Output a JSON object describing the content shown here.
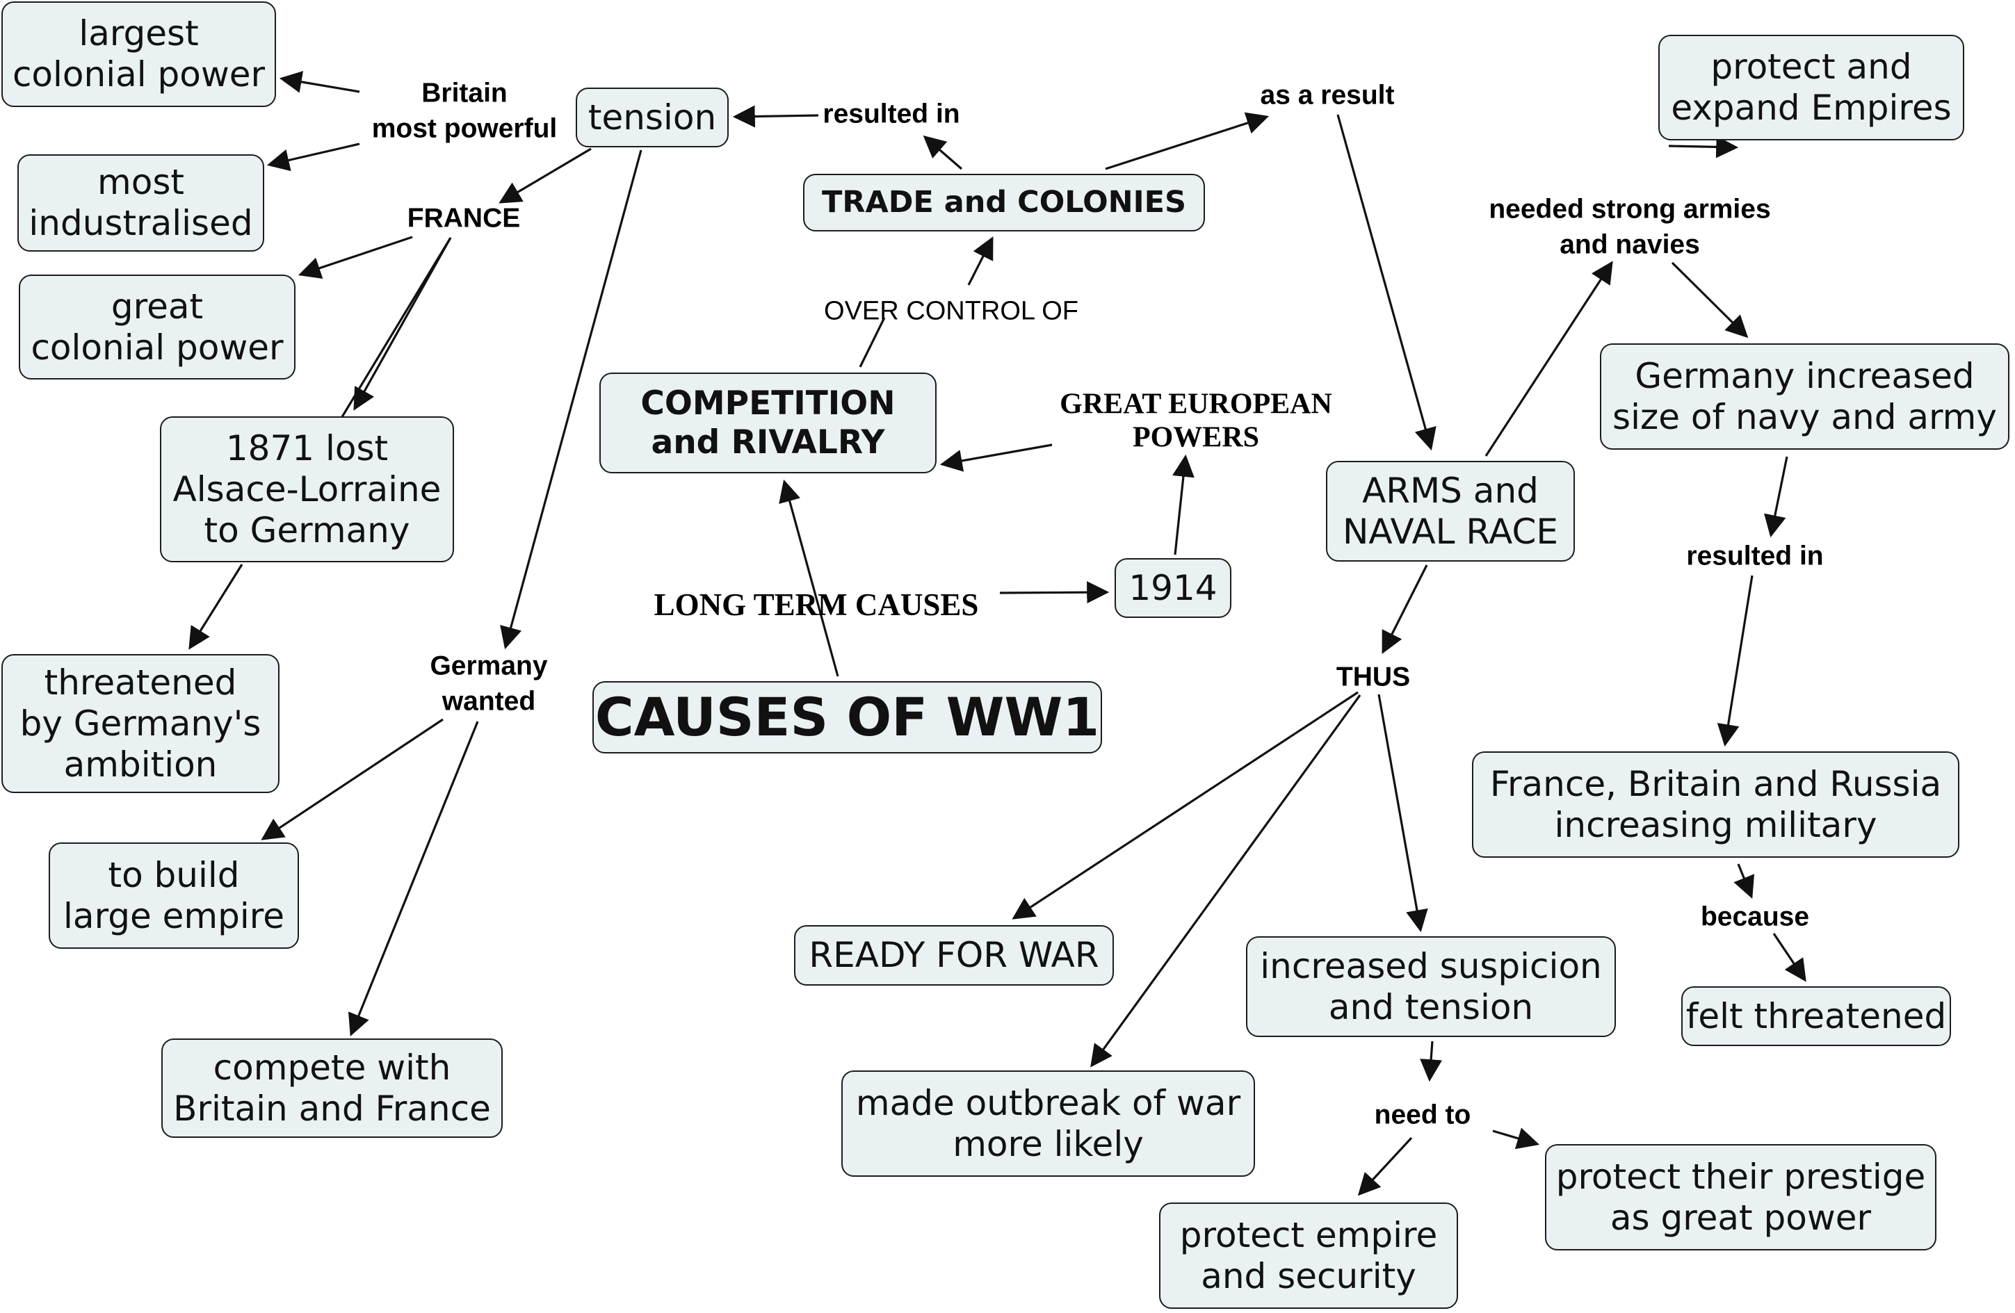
{
  "title": "CAUSES OF WW1",
  "nodes": {
    "largest_colonial_power": "largest\ncolonial power",
    "most_industrialised": "most\nindustralised",
    "great_colonial_power": "great\ncolonial power",
    "lost_alsace": "1871 lost\nAlsace-Lorraine\nto Germany",
    "threatened_by_germany": "threatened\nby Germany's\nambition",
    "build_empire": "to build\nlarge empire",
    "compete_with": "compete with\nBritain and France",
    "tension": "tension",
    "trade_colonies": "TRADE and COLONIES",
    "competition": "COMPETITION\nand RIVALRY",
    "causes": "CAUSES OF WW1",
    "year_1914": "1914",
    "arms_race": "ARMS and\nNAVAL RACE",
    "protect_expand": "protect and\nexpand Empires",
    "germany_increased": "Germany increased\nsize of navy and army",
    "fbr_military": "France, Britain and Russia\nincreasing military",
    "felt_threatened": "felt threatened",
    "ready_for_war": "READY FOR WAR",
    "suspicion": "increased suspicion\nand tension",
    "outbreak": "made outbreak of war\nmore likely",
    "protect_security": "protect empire\nand security",
    "protect_prestige": "protect their prestige\nas great power"
  },
  "labels": {
    "britain": "Britain\nmost powerful",
    "france": "FRANCE",
    "germany_wanted": "Germany\nwanted",
    "resulted_in_1": "resulted in",
    "as_a_result": "as a result",
    "over_control_of": "OVER CONTROL OF",
    "great_european_powers": "GREAT EUROPEAN\nPOWERS",
    "long_term_causes": "LONG TERM CAUSES",
    "needed_strong": "needed strong armies\nand navies",
    "resulted_in_2": "resulted in",
    "because": "because",
    "thus": "THUS",
    "need_to": "need to"
  }
}
